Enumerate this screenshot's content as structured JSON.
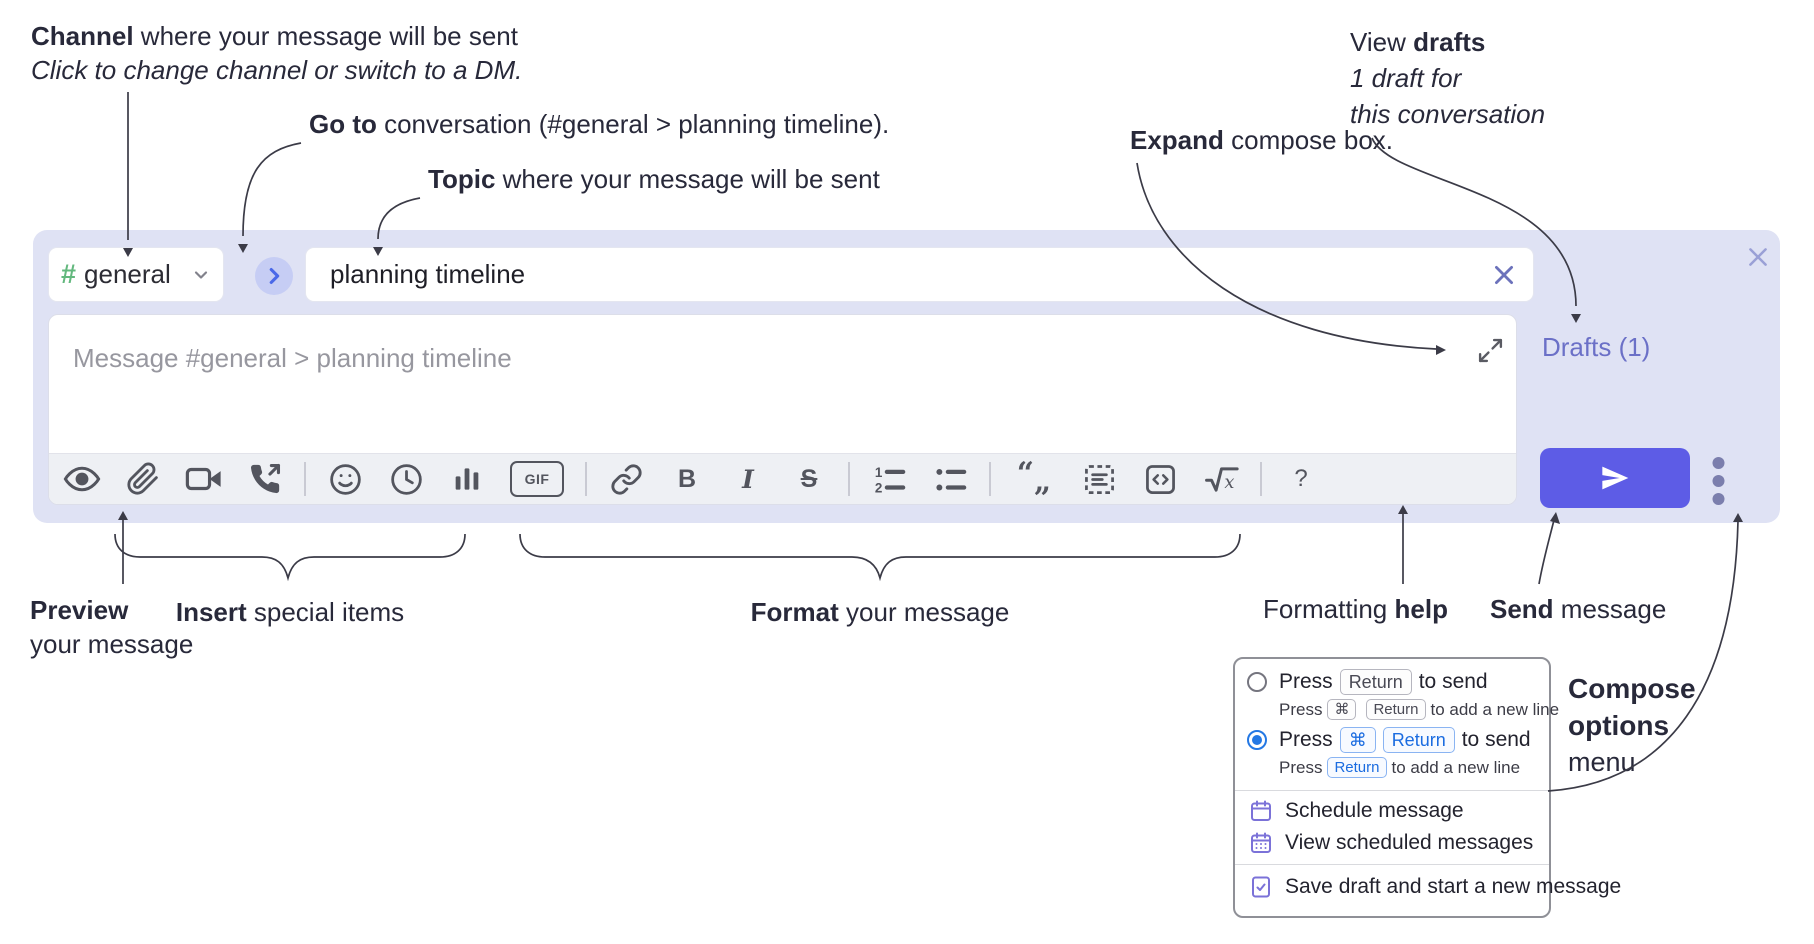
{
  "annotations": {
    "channel": {
      "bold": "Channel",
      "rest": " where your message will be sent",
      "line2": "Click to change channel or switch to a DM."
    },
    "goto": {
      "bold": "Go to",
      "rest": " conversation (#general > planning timeline)."
    },
    "topic": {
      "bold": "Topic",
      "rest": " where your message will be sent"
    },
    "expand": {
      "bold": "Expand",
      "rest": " compose box."
    },
    "view_drafts": {
      "pre": "View ",
      "bold": "drafts",
      "line2": "1 draft for",
      "line3": "this conversation"
    },
    "preview": {
      "bold": "Preview",
      "line2": "your message"
    },
    "insert": {
      "bold": "Insert",
      "rest": " special items"
    },
    "format": {
      "bold": "Format",
      "rest": " your message"
    },
    "help": {
      "pre": "Formatting ",
      "bold": "help"
    },
    "send": {
      "bold": "Send",
      "rest": " message"
    },
    "compose_menu": {
      "line1": "Compose",
      "line2": "options",
      "line3": "menu"
    }
  },
  "composer": {
    "channel_selector": {
      "hash": "#",
      "name": "general"
    },
    "topic_input": {
      "value": "planning timeline"
    },
    "message_input": {
      "placeholder": "Message #general > planning timeline"
    },
    "drafts_link": "Drafts (1)",
    "toolbar": {
      "bold_glyph": "B",
      "italic_glyph": "I",
      "strike_glyph": "S",
      "gif_label": "GIF",
      "help_glyph": "?",
      "quote_open": "“",
      "quote_close": "„",
      "ol_1": "1",
      "ol_2": "2",
      "sqrt_x": "x",
      "icons": [
        "preview-eye",
        "attachment",
        "video",
        "phone-call",
        "emoji",
        "clock",
        "poll",
        "gif",
        "link",
        "bold",
        "italic",
        "strikethrough",
        "ordered-list",
        "bulleted-list",
        "quote",
        "code-block",
        "code",
        "formula",
        "help"
      ]
    }
  },
  "popup": {
    "option1": {
      "pre": "Press",
      "key1": "Return",
      "post": "to send",
      "sub_pre": "Press",
      "sub_key1": "⌘",
      "sub_key2": "Return",
      "sub_post": "to add a new line"
    },
    "option2": {
      "pre": "Press",
      "key1": "⌘",
      "key2": "Return",
      "post": "to send",
      "sub_pre": "Press",
      "sub_key1": "Return",
      "sub_post": "to add a new line"
    },
    "items": {
      "schedule": "Schedule message",
      "view_scheduled": "View scheduled messages",
      "save_draft": "Save draft and start a new message"
    }
  },
  "colors": {
    "composer_bg": "#dfe2f4",
    "send_button": "#5d5ce6",
    "channel_hash_green": "#63b87e",
    "goto_blue": "#4a68e8",
    "drafts_link": "#6b70c7",
    "toolbar_icon": "#53555e",
    "popup_icon_purple": "#7b72d8",
    "key_blue": "#1b6ce0",
    "annotation_text": "#28293a"
  }
}
